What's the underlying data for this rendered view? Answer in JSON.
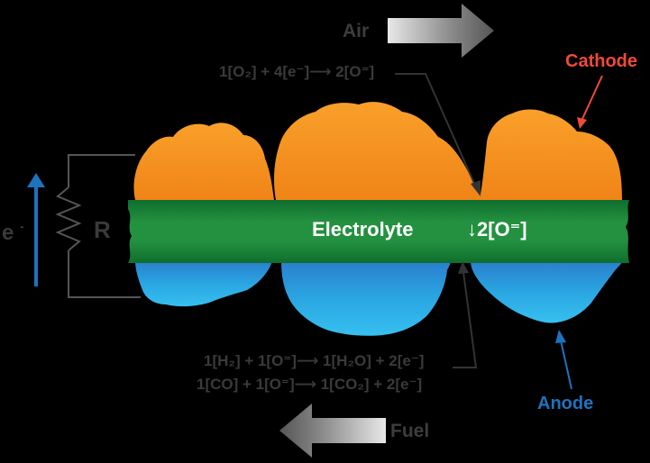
{
  "labels": {
    "air": "Air",
    "fuel": "Fuel",
    "cathode": "Cathode",
    "anode": "Anode",
    "electrolyte": "Electrolyte",
    "ion_flow": "↓2[O⁼]",
    "resistor": "R",
    "electron": "e",
    "electron_sup": "-"
  },
  "equations": {
    "cathode_reaction": "1[O₂] + 4[e⁻]⟶ 2[O⁼]",
    "anode_reaction_h2": "1[H₂] + 1[O⁼]⟶ 1[H₂O] + 2[e⁻]",
    "anode_reaction_co": "1[CO] + 1[O⁼]⟶ 1[CO₂] + 2[e⁻]"
  },
  "colors": {
    "background": "#000000",
    "cathode_top": "#f7941d",
    "cathode_bottom": "#f28a1a",
    "electrolyte": "#1f8a3c",
    "electrolyte_dark": "#0d6b2b",
    "anode_top": "#2a8fd6",
    "anode_bottom": "#29b4e8",
    "cathode_label": "#ef4a3a",
    "anode_label": "#1e73be",
    "arrow_gray": "#9a9a9a",
    "wire": "#555555"
  }
}
